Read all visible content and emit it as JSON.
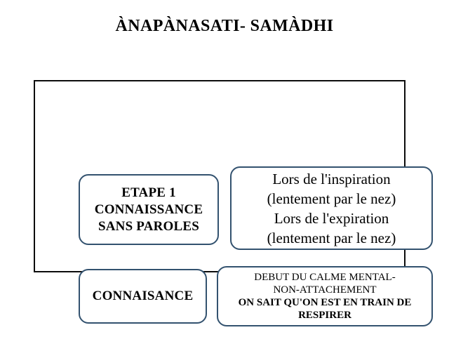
{
  "slide": {
    "title": "ÀNAPÀNASATI- SAMÀDHI",
    "frame_border_color": "#0c0c0c",
    "box_border_color": "#33526f",
    "background_color": "#ffffff",
    "text_color": "#000000"
  },
  "boxes": {
    "stage": {
      "lines": [
        "ETAPE 1",
        "CONNAISSANCE",
        "SANS PAROLES"
      ]
    },
    "breathing": {
      "lines": [
        "Lors de l'inspiration",
        "(lentement par le nez)",
        "Lors de l'expiration",
        "(lentement par le nez)"
      ]
    },
    "knowledge": {
      "lines": [
        "CONNAISANCE"
      ]
    },
    "calm": {
      "normal_lines": [
        "DEBUT DU CALME MENTAL-",
        "NON-ATTACHEMENT"
      ],
      "bold_lines": [
        "ON SAIT QU'ON EST EN TRAIN DE",
        "RESPIRER"
      ]
    }
  }
}
